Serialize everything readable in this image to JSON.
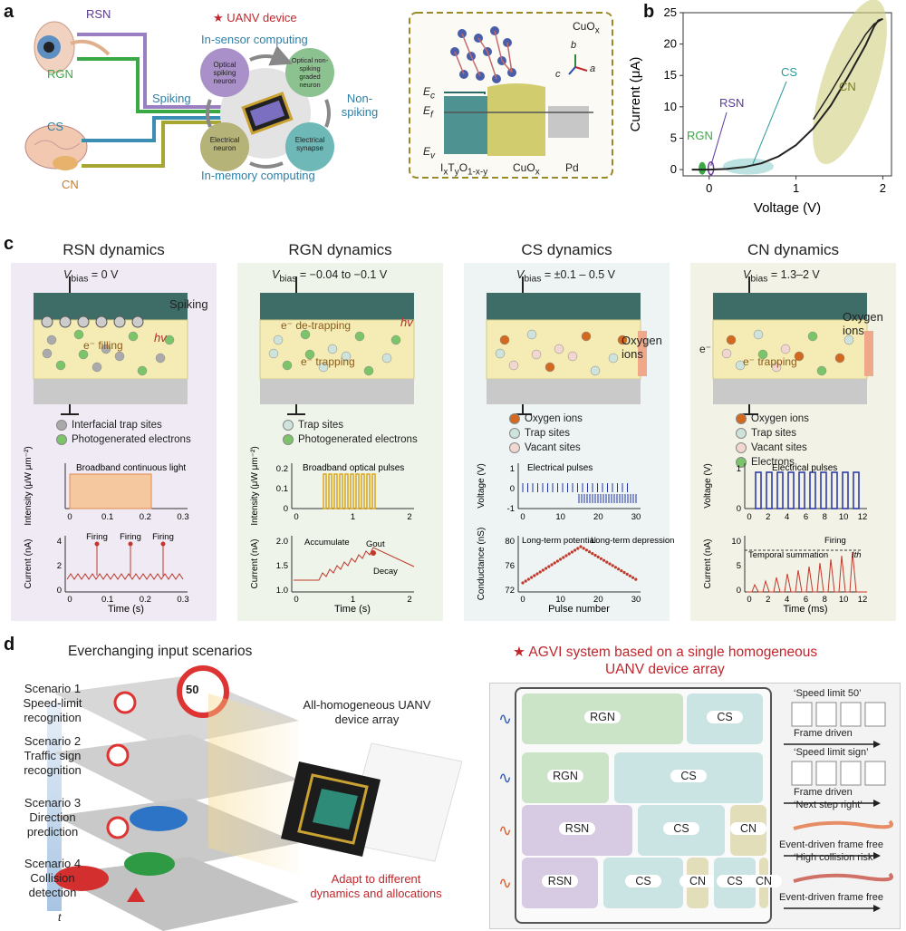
{
  "panel_labels": {
    "a": "a",
    "b": "b",
    "c": "c",
    "d": "d"
  },
  "panel_a": {
    "rsn": "RSN",
    "rgn": "RGN",
    "cs": "CS",
    "cn": "CN",
    "device": "UANV device",
    "in_sensor": "In-sensor computing",
    "in_memory": "In-memory computing",
    "spiking": "Spiking",
    "non_spiking": "Non-spiking",
    "nodes": {
      "osn": "Optical spiking neuron",
      "ong": "Optical non-spiking graded neuron",
      "en": "Electrical neuron",
      "es": "Electrical synapse"
    },
    "material": "CuO",
    "material_sub": "x",
    "axes": {
      "b": "b",
      "c": "c",
      "a": "a"
    },
    "band": {
      "ec": "E",
      "ec_sub": "c",
      "ef": "E",
      "ef_sub": "f",
      "ev": "E",
      "ev_sub": "v"
    },
    "layers": {
      "l1": "I",
      "l1b": "T",
      "l1c": "O",
      "l1_sub1": "x",
      "l1_sub2": "y",
      "l1_sub3": "1-x-y",
      "l2": "CuO",
      "l2_sub": "x",
      "l3": "Pd"
    }
  },
  "chart_data": {
    "type": "line",
    "xlabel": "Voltage (V)",
    "ylabel": "Current (μA)",
    "xlim": [
      -0.3,
      2.1
    ],
    "ylim": [
      -1,
      25
    ],
    "xticks": [
      "0",
      "1",
      "2"
    ],
    "yticks": [
      "0",
      "5",
      "10",
      "15",
      "20",
      "25"
    ],
    "x": [
      -0.2,
      0.0,
      0.2,
      0.4,
      0.6,
      0.8,
      1.0,
      1.2,
      1.4,
      1.6,
      1.8,
      1.9,
      1.95,
      2.0
    ],
    "y": [
      0,
      0,
      0.1,
      0.4,
      1.0,
      2.1,
      3.9,
      6.6,
      10.2,
      14.8,
      19.8,
      22.8,
      23.8,
      24
    ],
    "region_labels": {
      "rgn": "RGN",
      "rsn": "RSN",
      "cs": "CS",
      "cn": "CN"
    }
  },
  "panel_c": [
    {
      "title": "RSN dynamics",
      "vbias": "V",
      "vbias_sub": "bias",
      "vbias_val": " = 0 V",
      "bg": "#efeaf3",
      "labels": {
        "spiking": "Spiking",
        "filling": "e⁻ filling",
        "hv": "hv"
      },
      "legend": [
        "Interfacial trap sites",
        "Photogenerated electrons"
      ],
      "wave1": {
        "label": "Broadband continuous light",
        "ylabel": "Intensity (μW μm⁻²)",
        "xticks": [
          "0",
          "0.1",
          "0.2",
          "0.3"
        ]
      },
      "wave2": {
        "labels": [
          "Firing",
          "Firing",
          "Firing"
        ],
        "ylabel": "Current (nA)",
        "xlabel": "Time (s)",
        "xticks": [
          "0",
          "0.1",
          "0.2",
          "0.3"
        ],
        "yticks": [
          "0",
          "2",
          "4"
        ]
      }
    },
    {
      "title": "RGN dynamics",
      "vbias": "V",
      "vbias_sub": "bias",
      "vbias_val": " = −0.04 to −0.1 V",
      "bg": "#eef4e9",
      "labels": {
        "detrap": "e⁻ de-trapping",
        "trap": "e⁻ trapping",
        "hv": "hv"
      },
      "legend": [
        "Trap sites",
        "Photogenerated electrons"
      ],
      "wave1": {
        "label": "Broadband optical pulses",
        "ylabel": "Intensity (μW μm⁻²)",
        "xticks": [
          "0",
          "1",
          "2"
        ],
        "yticks": [
          "0",
          "0.1",
          "0.2"
        ]
      },
      "wave2": {
        "accumulate": "Accumulate",
        "gout": "G",
        "gout_sub": "out",
        "decay": "Decay",
        "ylabel": "Current (nA)",
        "xlabel": "Time (s)",
        "xticks": [
          "0",
          "1",
          "2"
        ],
        "yticks": [
          "1.0",
          "1.5",
          "2.0"
        ]
      }
    },
    {
      "title": "CS dynamics",
      "vbias": "V",
      "vbias_sub": "bias",
      "vbias_val": " = ±0.1 – 0.5 V",
      "bg": "#edf4f3",
      "labels": {
        "oxygen": "Oxygen ions"
      },
      "legend": [
        "Oxygen ions",
        "Trap sites",
        "Vacant sites"
      ],
      "wave1": {
        "label": "Electrical pulses",
        "ylabel": "Voltage (V)",
        "xticks": [
          "0",
          "10",
          "20",
          "30"
        ],
        "yticks": [
          "-1",
          "0",
          "1"
        ]
      },
      "wave2": {
        "ltp": "Long-term potential",
        "ltd": "Long-term depression",
        "ylabel": "Conductance (nS)",
        "xlabel": "Pulse number",
        "xticks": [
          "0",
          "10",
          "20",
          "30"
        ],
        "yticks": [
          "72",
          "76",
          "80"
        ]
      }
    },
    {
      "title": "CN dynamics",
      "vbias": "V",
      "vbias_sub": "bias",
      "vbias_val": " = 1.3–2 V",
      "bg": "#f3f2e7",
      "labels": {
        "oxygen": "Oxygen ions",
        "trap": "e⁻ trapping",
        "e": "e⁻"
      },
      "legend": [
        "Oxygen ions",
        "Trap sites",
        "Vacant sites",
        "Electrons"
      ],
      "wave1": {
        "label": "Electrical pulses",
        "ylabel": "Voltage (V)",
        "xticks": [
          "0",
          "2",
          "4",
          "6",
          "8",
          "10",
          "12"
        ],
        "yticks": [
          "0",
          "1"
        ]
      },
      "wave2": {
        "firing": "Firing",
        "temporal": "Temporal summation",
        "ith": "I",
        "ith_sub": "th",
        "ylabel": "Current (nA)",
        "xlabel": "Time (ms)",
        "xticks": [
          "0",
          "2",
          "4",
          "6",
          "8",
          "10",
          "12"
        ],
        "yticks": [
          "0",
          "5",
          "10"
        ]
      }
    }
  ],
  "panel_d": {
    "title": "Everchanging input scenarios",
    "scenarios": [
      {
        "l1": "Scenario 1",
        "l2": "Speed-limit",
        "l3": "recognition"
      },
      {
        "l1": "Scenario 2",
        "l2": "Traffic sign",
        "l3": "recognition"
      },
      {
        "l1": "Scenario 3",
        "l2": "Direction",
        "l3": "prediction"
      },
      {
        "l1": "Scenario 4",
        "l2": "Collision",
        "l3": "detection"
      }
    ],
    "t": "t",
    "sign": "50",
    "array_label1": "All-homogeneous UANV",
    "array_label2": "device array",
    "adapt1": "Adapt to different",
    "adapt2": "dynamics and allocations",
    "agvi1": "AGVI system based on a single homogeneous",
    "agvi2": "UANV device array",
    "rows": [
      {
        "blocks": [
          "RGN",
          "CS"
        ],
        "output": "‘Speed limit 50’",
        "mode": "Frame driven"
      },
      {
        "blocks": [
          "RGN",
          "CS"
        ],
        "output": "‘Speed limit sign’",
        "mode": "Frame driven"
      },
      {
        "blocks": [
          "RSN",
          "CS",
          "CN"
        ],
        "output": "‘Next step right’",
        "mode": "Event-driven frame free"
      },
      {
        "blocks": [
          "RSN",
          "CS",
          "CN",
          "CS",
          "CN"
        ],
        "output": "‘High collision risk’",
        "mode": "Event-driven frame free"
      }
    ]
  }
}
